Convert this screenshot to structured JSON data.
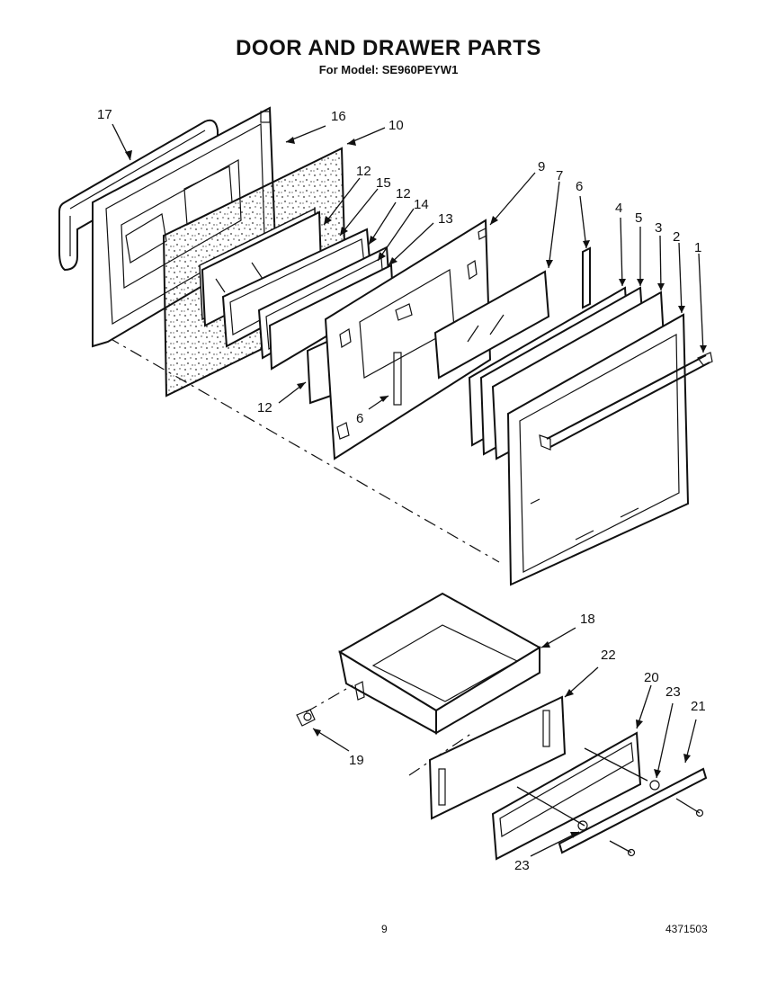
{
  "header": {
    "title": "DOOR AND DRAWER PARTS",
    "subtitle": "For Model: SE960PEYW1"
  },
  "callouts": {
    "c1": "1",
    "c2": "2",
    "c3": "3",
    "c4": "4",
    "c5": "5",
    "c6a": "6",
    "c6b": "6",
    "c7": "7",
    "c9": "9",
    "c10": "10",
    "c12a": "12",
    "c12b": "12",
    "c12c": "12",
    "c13": "13",
    "c14": "14",
    "c15": "15",
    "c16": "16",
    "c17": "17",
    "c18": "18",
    "c19": "19",
    "c20": "20",
    "c21": "21",
    "c22": "22",
    "c23a": "23",
    "c23b": "23"
  },
  "footer": {
    "page_number": "9",
    "document_code": "4371503"
  }
}
